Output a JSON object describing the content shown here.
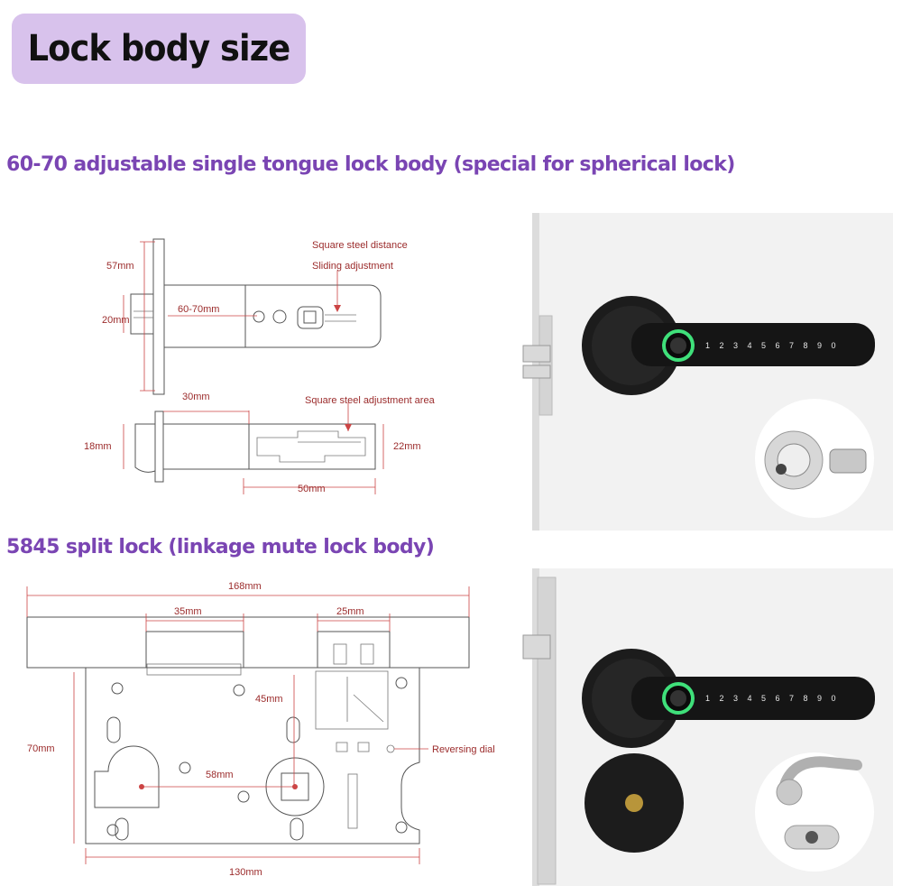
{
  "title": "Lock body size",
  "sections": [
    {
      "heading": "60-70 adjustable single tongue lock body (special for spherical lock)",
      "dimensions": {
        "d57": "57mm",
        "d20": "20mm",
        "d6070": "60-70mm",
        "d30": "30mm",
        "d18": "18mm",
        "d22": "22mm",
        "d50": "50mm"
      },
      "notes": {
        "square_steel_distance": "Square steel distance",
        "sliding_adjustment": "Sliding adjustment",
        "square_steel_adjustment_area": "Square steel adjustment area"
      }
    },
    {
      "heading": "5845 split lock (linkage mute lock body)",
      "dimensions": {
        "d168": "168mm",
        "d35": "35mm",
        "d25": "25mm",
        "d45": "45mm",
        "d70": "70mm",
        "d58": "58mm",
        "d130": "130mm"
      },
      "notes": {
        "reversing_dial": "Reversing dial"
      }
    }
  ],
  "keypad_digits": [
    "1",
    "2",
    "3",
    "4",
    "5",
    "6",
    "7",
    "8",
    "9",
    "0"
  ],
  "colors": {
    "title_bg": "#d8c2ec",
    "heading": "#7a45b3",
    "dimension_text": "#9b2b2b",
    "fingerprint_ring": "#3fe07a"
  }
}
